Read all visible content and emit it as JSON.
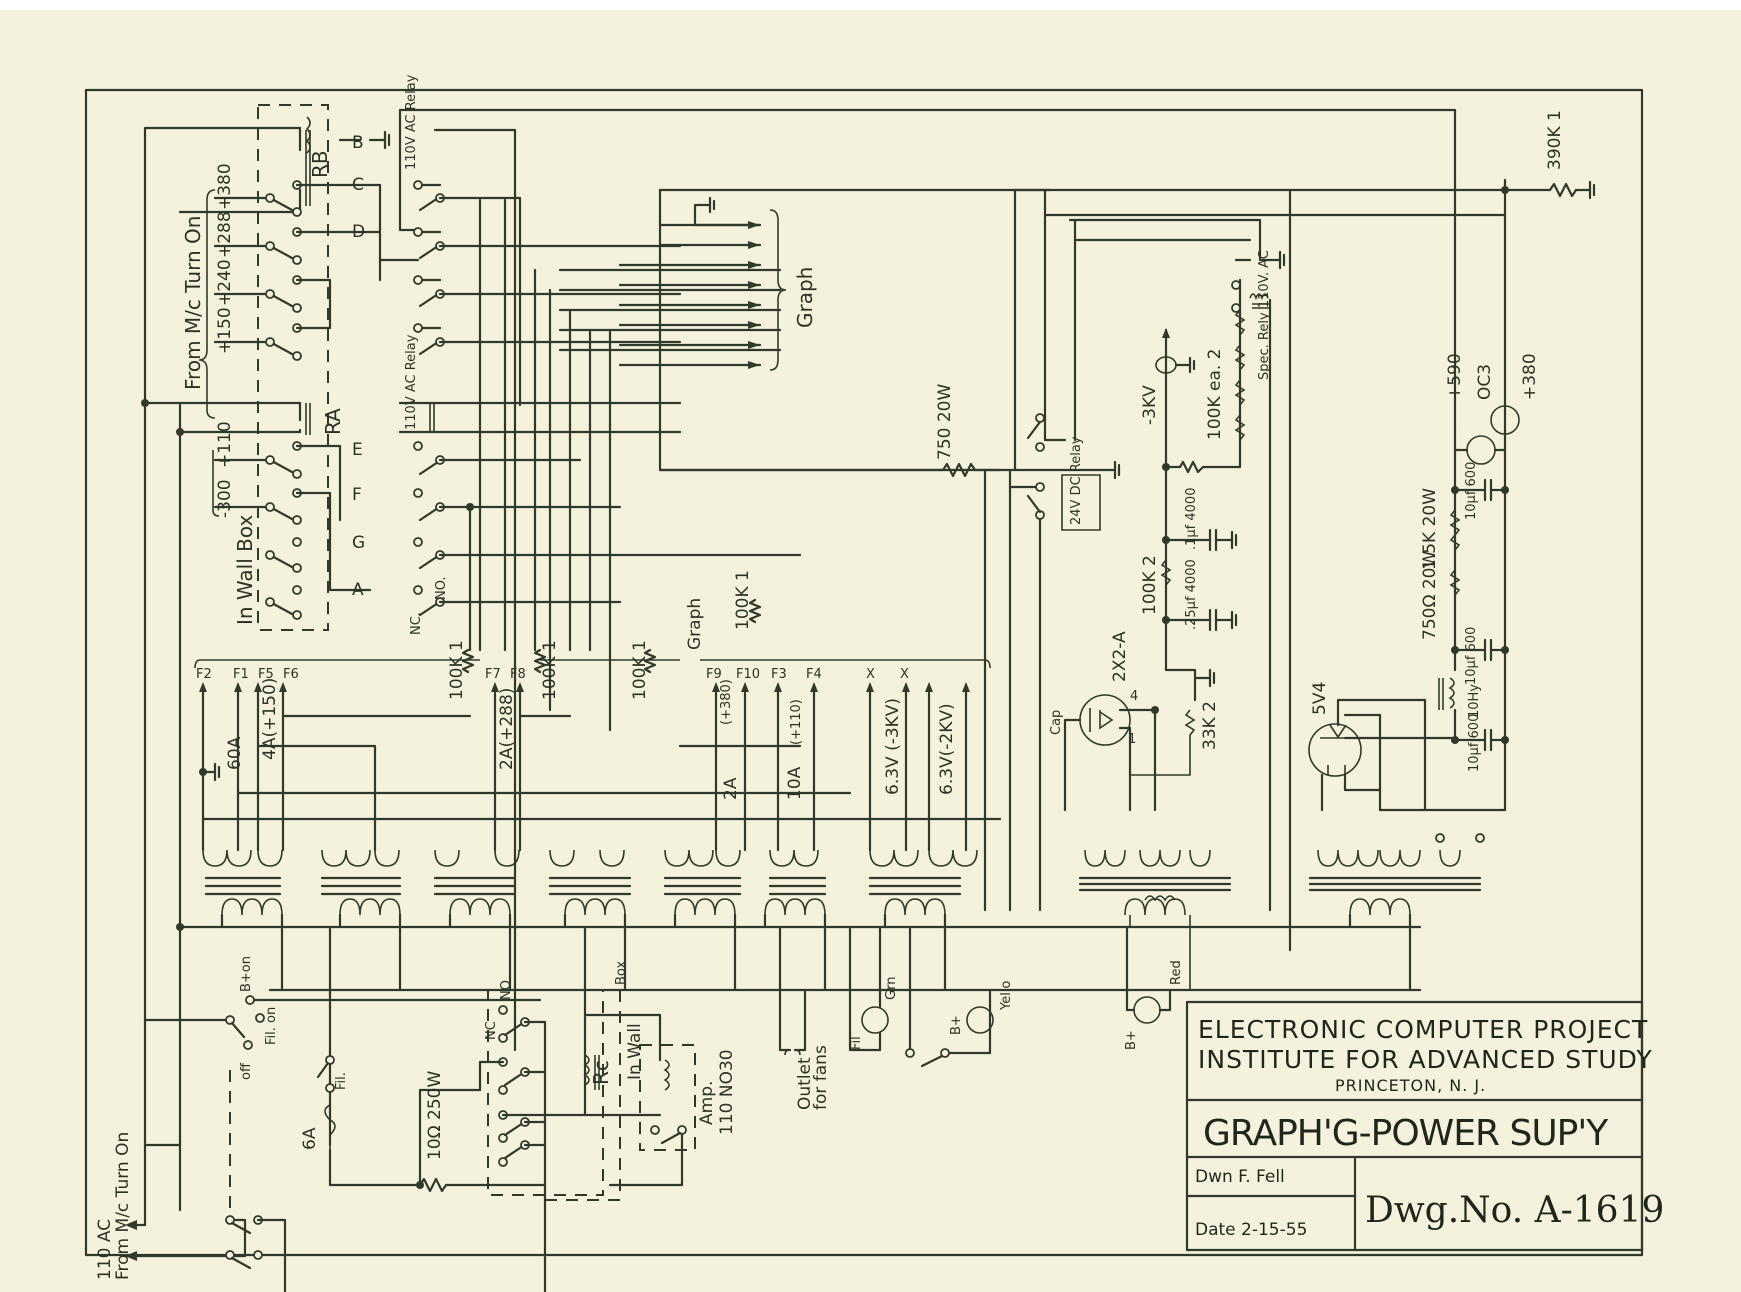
{
  "title_block": {
    "org_line1": "ELECTRONIC COMPUTER PROJECT",
    "org_line2": "INSTITUTE FOR ADVANCED STUDY",
    "location": "PRINCETON, N. J.",
    "drawing_title": "GRAPH'G-POWER SUP'Y",
    "drawn_by": "Dwn F. Fell",
    "date": "Date 2-15-55",
    "drawing_number": "Dwg.No. A-1619"
  },
  "relays": {
    "rb": "RB",
    "ra": "RA",
    "relay_110v_top": "110V AC Relay",
    "relay_110v_mid": "110V AC Relay",
    "relay_24v": "24V DC Relay",
    "spec_relay": "Spec. Rely 110V. AC",
    "rc": "Rc"
  },
  "connectors": [
    "B",
    "C",
    "D",
    "E",
    "F",
    "G",
    "A"
  ],
  "voltage_taps_top": [
    "+380",
    "+288",
    "+240",
    "+150"
  ],
  "voltage_taps_mid": [
    "+110",
    "-300"
  ],
  "labels": {
    "from_mc_turn_on": "From M/c Turn On",
    "in_wall_box": "In Wall Box",
    "graph_top": "Graph",
    "graph_mid": "Graph",
    "no": "NO.",
    "nc": "NC.",
    "in_wall_box_lower": "In Wall",
    "box": "Box",
    "amp": "Amp.",
    "amp_model": "110 NO30",
    "outlet": "Outlet",
    "for_fans": "for fans",
    "ac_in": "110 AC",
    "ac_from": "From M/c Turn On",
    "b_on": "B+on",
    "fil_on": "Fil. on",
    "off": "off",
    "fil": "Fil.",
    "fuse": "6A",
    "nc_lower": "NC",
    "no_lower": "NO",
    "minus_3kv": "-3KV",
    "plus_590": "+590",
    "plus_380": "+380"
  },
  "filament_taps": [
    "F2",
    "F1",
    "F5",
    "F6",
    "F7",
    "F8",
    "F9",
    "F10",
    "F3",
    "F4",
    "X",
    "X"
  ],
  "transformer_windings": [
    "60A",
    "4A(+150)",
    "2A(+288)",
    "2A",
    "(+380)",
    "10A",
    "(+110)",
    "6.3V (-3KV)",
    "6.3V(-2KV)"
  ],
  "components": {
    "r_100k_1": "100K 1",
    "r_100k_2": "100K 1",
    "r_100k_3": "100K 1",
    "r_100k_graph": "100K 1",
    "r_750_20w": "750 20W",
    "r_100k_ea": "100K ea. 2",
    "c_1uf": ".1µf 4000",
    "r_100k2": "100K 2",
    "c_25uf": ".25µf 4000",
    "tube_2x2a": "2X2-A",
    "cap": "Cap",
    "pin4": "4",
    "pin1": "1",
    "r_33k": "33K 2",
    "r_390k": "390K 1",
    "tube_oc3": "OC3",
    "tube_5v4": "5V4",
    "r_1_5k": "1.5K 20W",
    "r_750ohm": "750Ω 20W",
    "c_10uf_a": "10µf 600",
    "c_10uf_b": "10µf 600",
    "c_10uf_c": "10µf 600",
    "choke": "10Hy",
    "r_10ohm": "10Ω 250W",
    "lamp_fil": "Fil",
    "lamp_fil_color": "Grn",
    "lamp_b_yel": "B+",
    "lamp_b_yel_color": "Yello",
    "lamp_b_red": "B+",
    "lamp_b_red_color": "Red"
  }
}
